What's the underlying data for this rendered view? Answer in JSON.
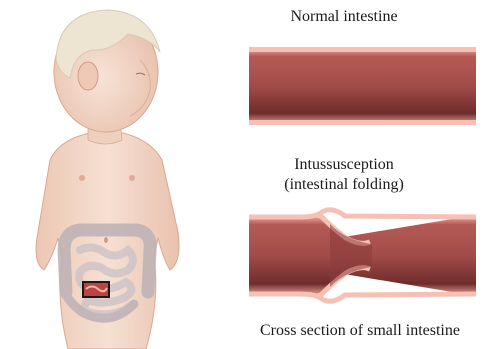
{
  "labels": {
    "normal": "Normal intestine",
    "intussusception_line1": "Intussusception",
    "intussusception_line2": "(intestinal folding)",
    "cross_section": "Cross section of small intestine"
  },
  "colors": {
    "skin": "#f3d9c8",
    "skin_shadow": "#e2b8a2",
    "hair": "#ece3cf",
    "intestine_wall": "#f2a99c",
    "intestine_inner": "#9e4a47",
    "intestine_dark": "#6e2b2b",
    "bowel_overlay": "#c9bfc3",
    "highlight_box": "#1a1a1a"
  }
}
